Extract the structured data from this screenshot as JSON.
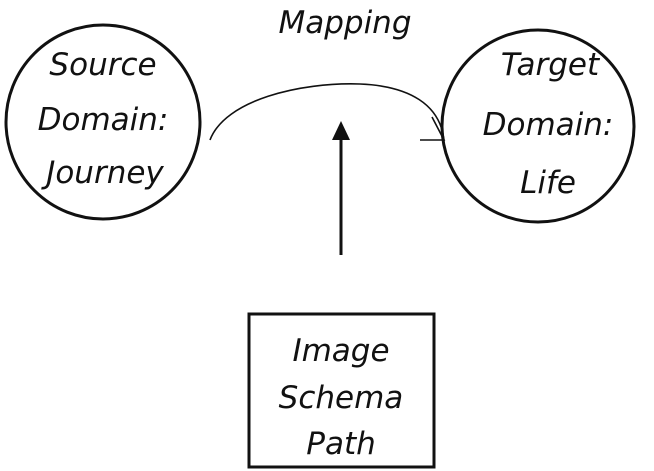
{
  "diagram": {
    "title": "Mapping",
    "source": {
      "lines": [
        "Source",
        "Domain:",
        "Journey"
      ]
    },
    "target": {
      "lines": [
        "Target",
        "Domain:",
        "Life"
      ]
    },
    "schema": {
      "lines": [
        "Image",
        "Schema",
        "Path"
      ]
    },
    "colors": {
      "stroke": "#111111",
      "background": "#ffffff"
    }
  }
}
